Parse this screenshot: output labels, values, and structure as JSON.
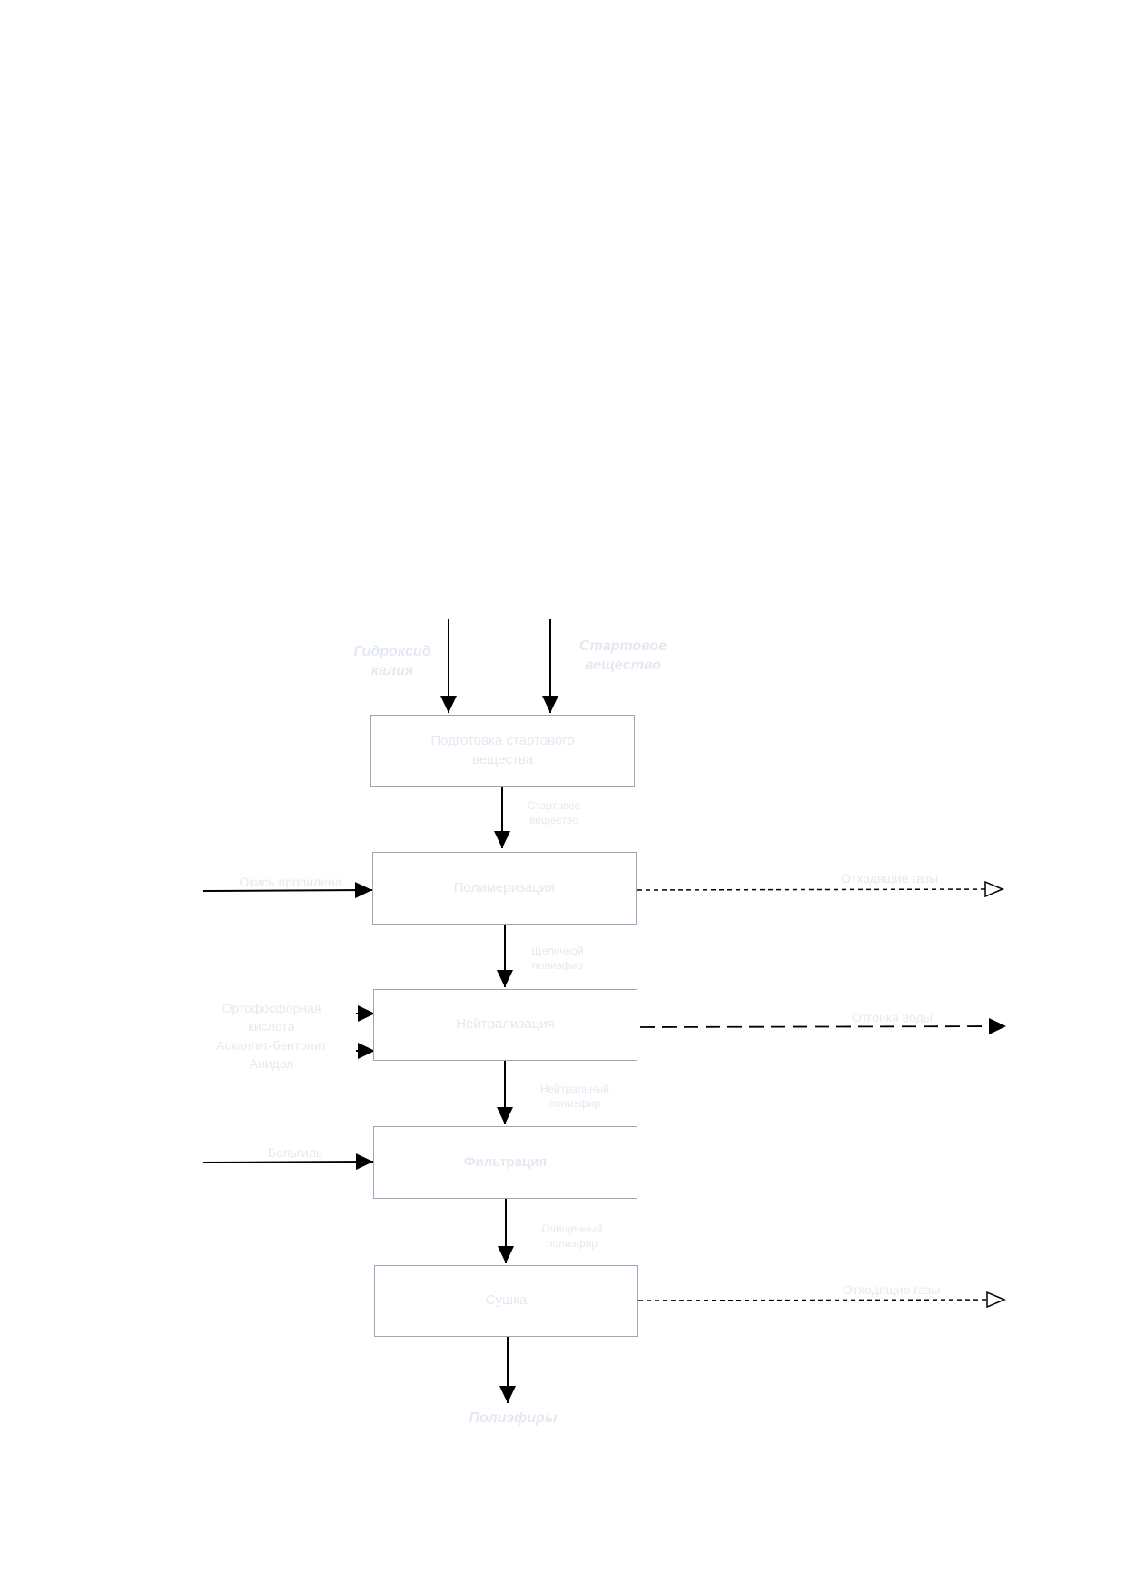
{
  "diagram": {
    "inputs_top": {
      "left": "Гидроксид\nкалия",
      "right": "Стартовое\nвещество"
    },
    "boxes": [
      {
        "label": "Подготовка стартового\nвещества"
      },
      {
        "label": "Полимеризация"
      },
      {
        "label": "Нейтрализация"
      },
      {
        "label": "Фильтрация"
      },
      {
        "label": "Сушка"
      }
    ],
    "flows": [
      "Стартовое\nвещество",
      "Щелочной\nполиэфир",
      "Нейтральный\nполиэфир",
      "Очищенный\nполиэфир"
    ],
    "side_inputs": {
      "polymerization": "Окись пропилена",
      "neutralization": "Ортофосфорная\nкислота\nАскангит-бентонит\nАнидол",
      "filtration": "Бельгиль"
    },
    "side_outputs": {
      "polymerization": "Отходящие газы",
      "neutralization": "Отгонка воды",
      "drying": "Отходящие газы"
    },
    "final_output": "Полиэфиры"
  }
}
